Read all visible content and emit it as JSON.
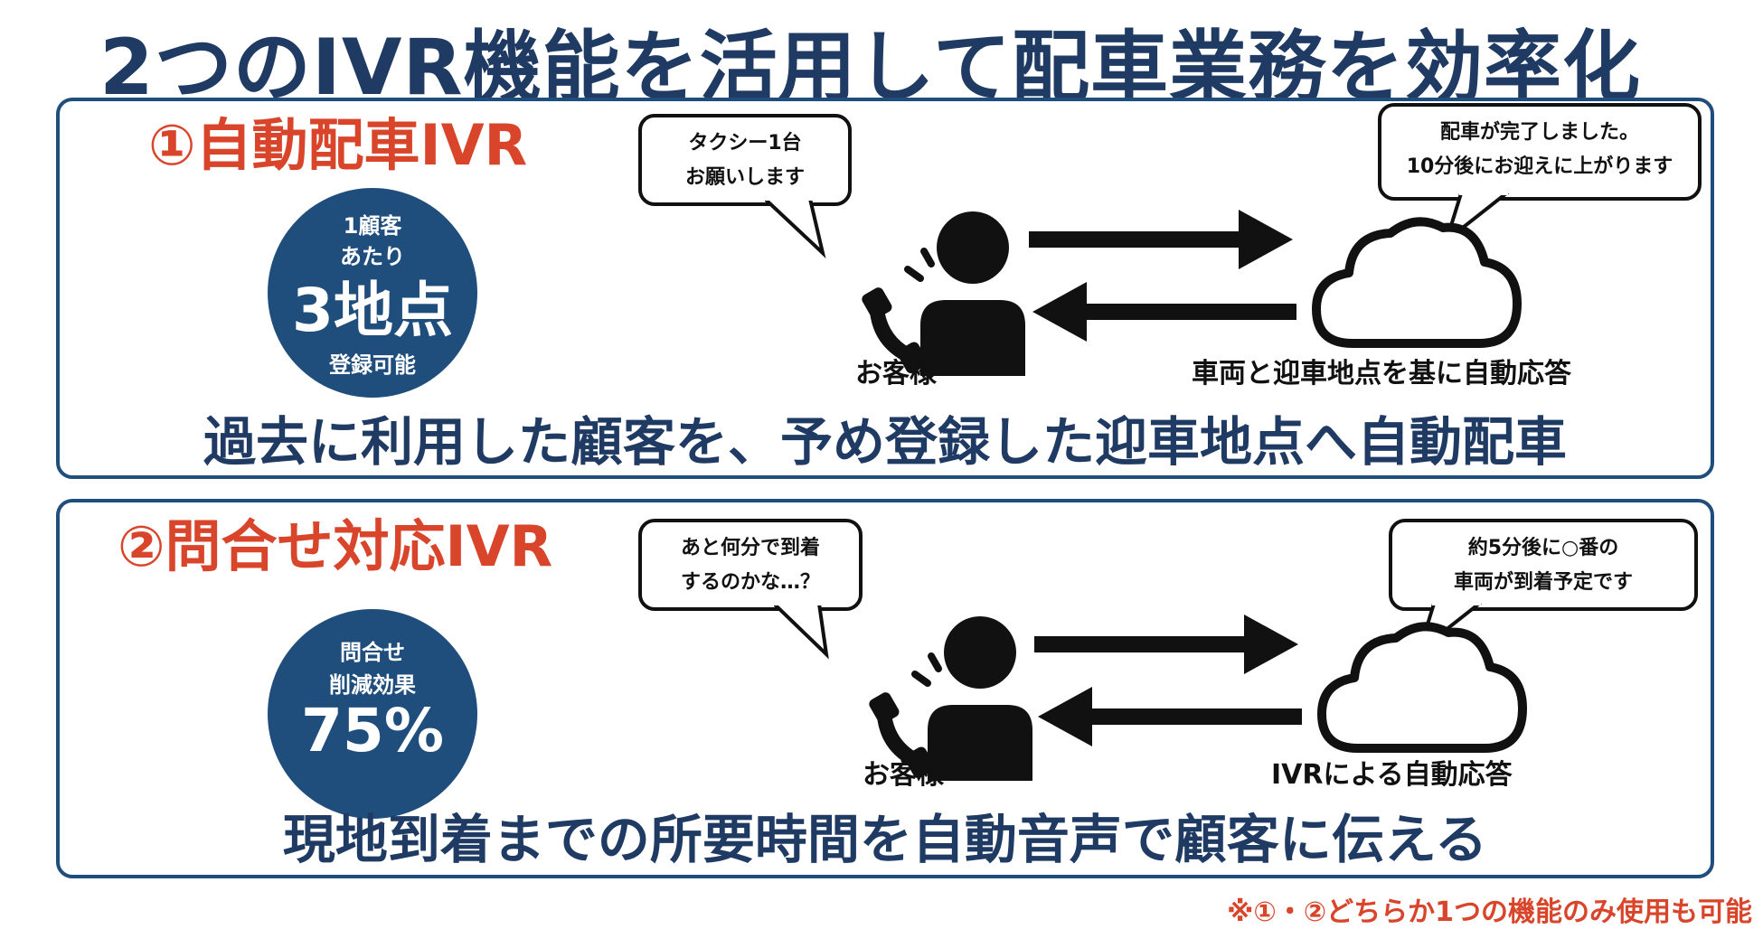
{
  "title": "2つのIVR機能を活用して配車業務を効率化",
  "section1": {
    "title": "①自動配車IVR",
    "badge": {
      "line1": "1顧客",
      "line2": "あたり",
      "value": "3地点",
      "line3": "登録可能"
    },
    "customer_bubble": {
      "line1": "タクシー1台",
      "line2": "お願いします"
    },
    "system_bubble": {
      "line1": "配車が完了しました。",
      "line2": "10分後にお迎えに上がります"
    },
    "customer_label": "お客様",
    "system_label": "車両と迎車地点を基に自動応答",
    "summary": "過去に利用した顧客を、予め登録した迎車地点へ自動配車"
  },
  "section2": {
    "title": "②問合せ対応IVR",
    "badge": {
      "line1": "問合せ",
      "line2": "削減効果",
      "value": "75%"
    },
    "customer_bubble": {
      "line1": "あと何分で到着",
      "line2": "するのかな…？"
    },
    "system_bubble": {
      "line1": "約5分後に○番の",
      "line2": "車両が到着予定です"
    },
    "customer_label": "お客様",
    "system_label": "IVRによる自動応答",
    "summary": "現地到着までの所要時間を自動音声で顧客に伝える"
  },
  "footnote": "※①・②どちらか1つの機能のみ使用も可能",
  "icons": {
    "person": "person-icon",
    "phone": "phone-icon",
    "cloud": "cloud-icon",
    "arrow_right": "arrow-right-icon",
    "arrow_left": "arrow-left-icon"
  },
  "colors": {
    "navy": "#1f4e7d",
    "title_text": "#1f3b63",
    "accent_red": "#d9452b"
  }
}
